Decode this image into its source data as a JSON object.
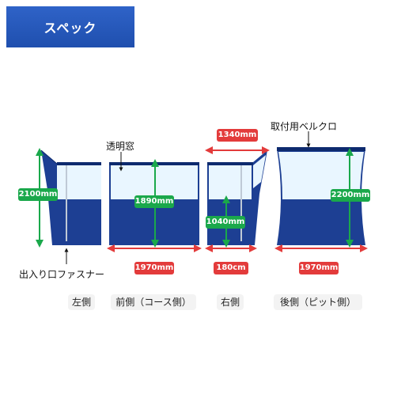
{
  "banner": {
    "title": "スペック"
  },
  "callouts": {
    "window": "透明窓",
    "velcro": "取付用ベルクロ",
    "zipper": "出入り口ファスナー"
  },
  "dimensions": {
    "left_height": "2100mm",
    "front_window_height": "1890mm",
    "front_width": "1970mm",
    "right_top_width": "1340mm",
    "right_window_height": "1040mm",
    "right_width": "180cm",
    "rear_height": "2200mm",
    "rear_width": "1970mm"
  },
  "views": {
    "left": "左側",
    "front": "前側（コース側）",
    "right": "右側",
    "rear": "後側（ピット側）"
  },
  "colors": {
    "banner": "#2657bd",
    "panel_dark": "#1d3f93",
    "panel_light": "#e9f6ff",
    "dimension_green": "#1aa84b",
    "dimension_red": "#e33b3b"
  }
}
